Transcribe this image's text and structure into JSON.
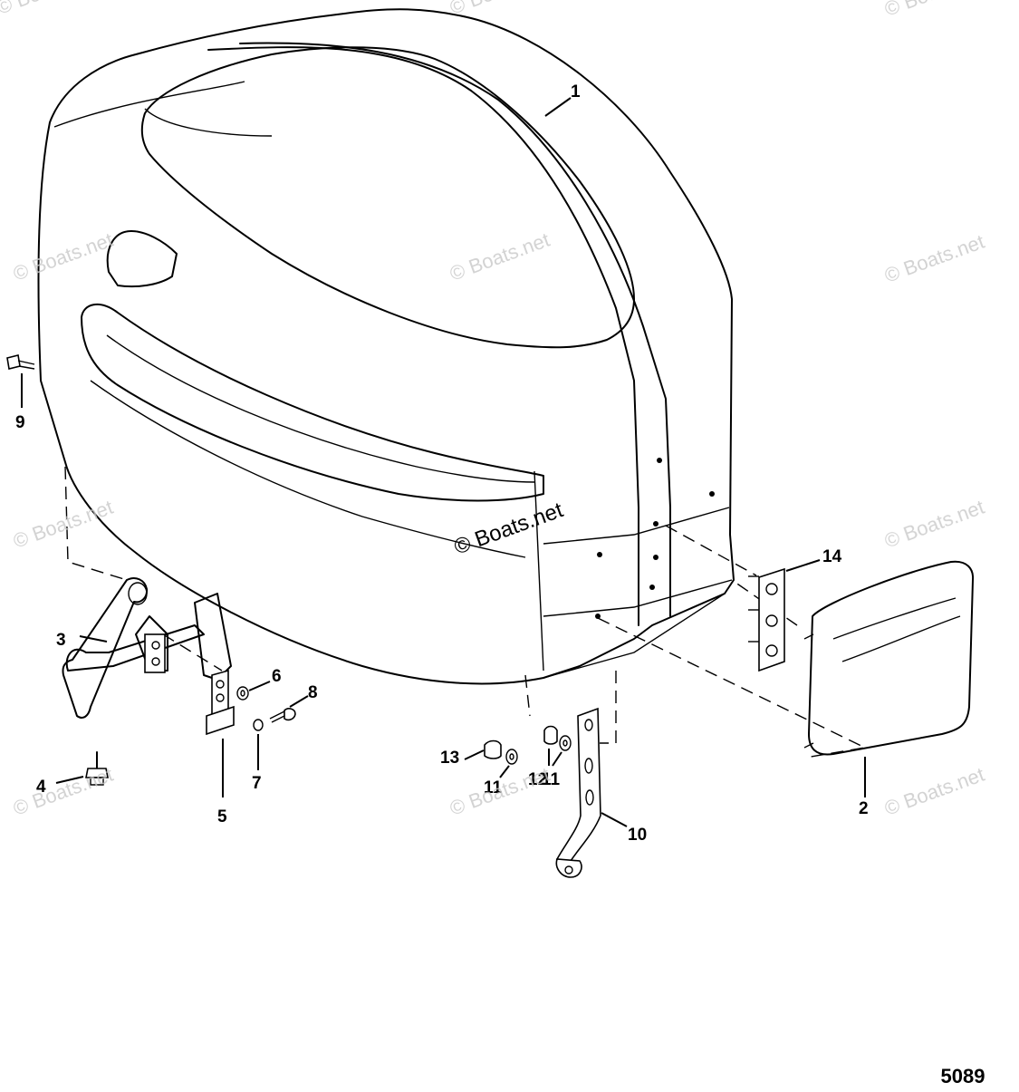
{
  "callouts": {
    "c1": "1",
    "c2": "2",
    "c3": "3",
    "c4": "4",
    "c5": "5",
    "c6": "6",
    "c7": "7",
    "c8": "8",
    "c9": "9",
    "c10": "10",
    "c11a": "11",
    "c11b": "11",
    "c12": "12",
    "c13": "13",
    "c14": "14"
  },
  "watermark": "© Boats.net",
  "figure_number": "5089"
}
